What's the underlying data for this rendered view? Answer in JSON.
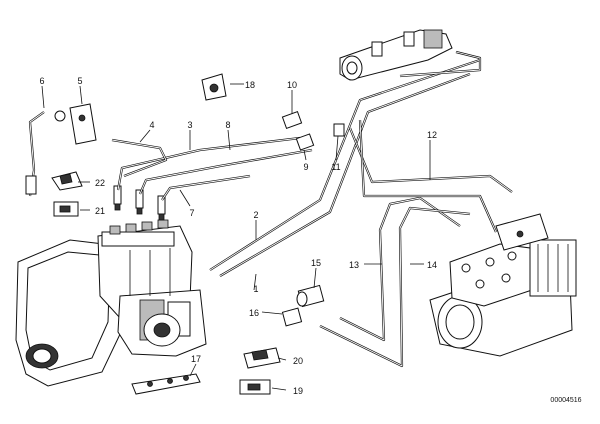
{
  "callouts": [
    "1",
    "2",
    "3",
    "4",
    "5",
    "6",
    "7",
    "8",
    "9",
    "10",
    "11",
    "12",
    "13",
    "14",
    "15",
    "16",
    "17",
    "18",
    "19",
    "20",
    "21",
    "22"
  ],
  "reference_number": "00004516",
  "colors": {
    "line": "#111111",
    "background": "#ffffff",
    "shade": "#bbbbbb"
  }
}
